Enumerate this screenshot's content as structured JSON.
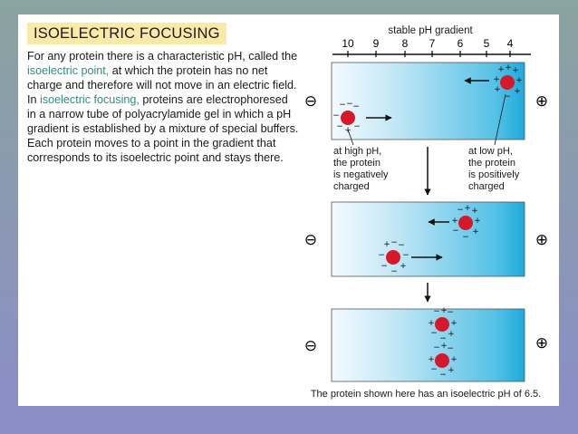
{
  "title": "ISOELECTRIC FOCUSING",
  "description": {
    "part1": "For any protein there is a characteristic pH, called the ",
    "term1": "isoelectric point,",
    "part2": " at which the protein has no net charge and therefore will not move in an electric field. In ",
    "term2": "isoelectric focusing,",
    "part3": " proteins are electrophoresed in a narrow tube of polyacrylamide gel in which a pH gradient is established by a mixture of special buffers. Each protein moves to a point in the gradient that corresponds to its isoelectric point and stays there."
  },
  "gradient": {
    "label": "stable pH gradient",
    "ticks": [
      "10",
      "9",
      "8",
      "7",
      "6",
      "5",
      "4"
    ]
  },
  "electrodes": {
    "negative": "⊖",
    "positive": "⊕"
  },
  "charges": {
    "minus": "−",
    "plus": "+"
  },
  "annotations": {
    "high_ph": [
      "at high pH,",
      "the protein",
      "is negatively",
      "charged"
    ],
    "low_ph": [
      "at low pH,",
      "the protein",
      "is positively",
      "charged"
    ]
  },
  "caption": "The protein shown here has an isoelectric pH of 6.5."
}
